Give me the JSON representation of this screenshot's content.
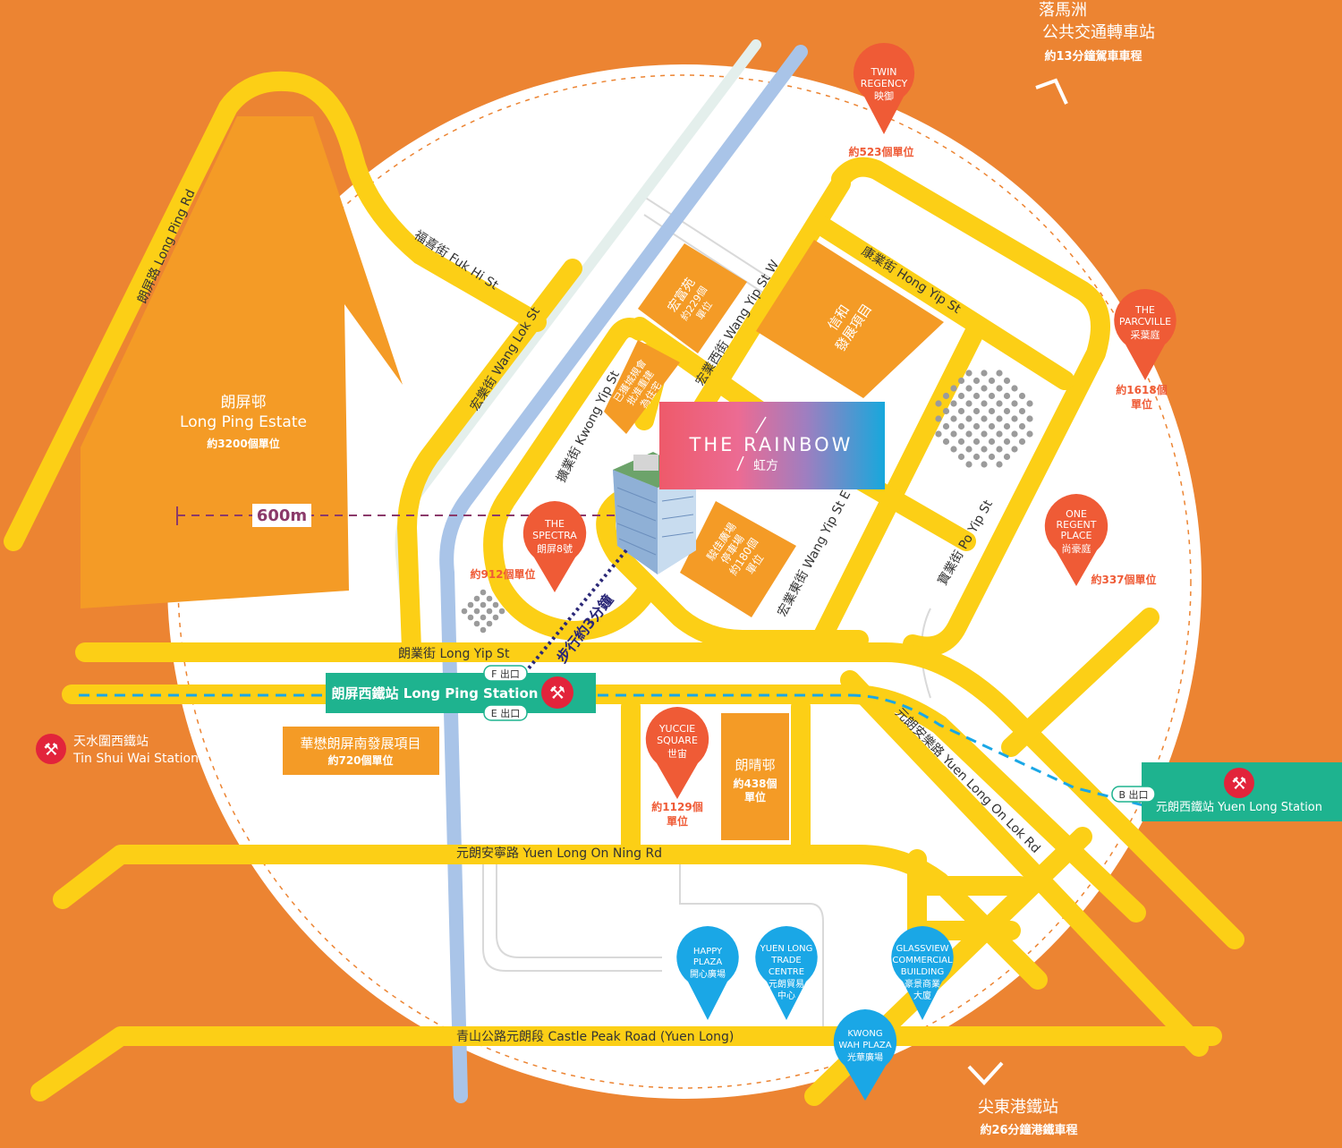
{
  "colors": {
    "background": "#ec8432",
    "road": "#fccf16",
    "rail": "#a9c4e8",
    "block": "#f49b26",
    "pin_red": "#ef5b36",
    "pin_blue": "#1aa7e6",
    "station_green": "#1eb38f",
    "mtr_red": "#e2243b",
    "walk_path": "#2a2777",
    "radius_line": "#8b3a6a"
  },
  "compass": {
    "north": {
      "name": "落馬洲",
      "line2": "公共交通轉車站",
      "note": "約13分鐘駕車車程"
    },
    "south": {
      "name": "尖東港鐵站",
      "note": "約26分鐘港鐵車程"
    }
  },
  "radius": {
    "label": "600m"
  },
  "walk": {
    "label": "步行約3分鐘"
  },
  "roads": {
    "long_ping_rd": "朗屏路 Long Ping Rd",
    "fuk_hi_st": "福喜街 Fuk Hi St",
    "wang_lok_st": "宏樂街 Wang Lok St",
    "kwong_yip_st": "擴業街 Kwong Yip St",
    "wang_yip_st_w": "宏業西街 Wang Yip St W",
    "hong_yip_st": "康業街 Hong Yip St",
    "wang_yip_st_e": "宏業東街 Wang Yip St E",
    "po_yip_st": "寶業街 Po Yip St",
    "long_yip_st": "朗業街 Long Yip St",
    "yuen_long_on_lok_rd": "元朗安樂路 Yuen Long On Lok Rd",
    "yuen_long_on_ning_rd": "元朗安寧路 Yuen Long On Ning Rd",
    "castle_peak_rd": "青山公路元朗段 Castle Peak Road (Yuen Long)"
  },
  "stations": {
    "long_ping": {
      "name": "朗屏西鐵站 Long Ping Station",
      "exit_f": "F 出口",
      "exit_e": "E 出口"
    },
    "tin_shui_wai": {
      "name_zh": "天水圍西鐵站",
      "name_en": "Tin Shui Wai Station"
    },
    "yuen_long": {
      "name": "元朗西鐵站 Yuen Long Station",
      "exit_b": "B 出口"
    }
  },
  "estates": {
    "long_ping_estate": {
      "zh": "朗屏邨",
      "en": "Long Ping Estate",
      "units": "約3200個單位"
    },
    "long_ching": {
      "zh": "朗晴邨",
      "units1": "約438個",
      "units2": "單位"
    },
    "wah_yin": {
      "zh": "華懋朗屏南發展項目",
      "units": "約720個單位"
    }
  },
  "blocks": {
    "wang_fu": [
      "宏富苑",
      "約229個",
      "單位"
    ],
    "shun_ho": [
      "信和",
      "發展項目"
    ],
    "rezoned": [
      "已獲城規會",
      "批准重建",
      "為住宅"
    ],
    "car_park": [
      "駿佳廣場",
      "停車場",
      "約180個",
      "單位"
    ]
  },
  "brand": {
    "name": "THE RAINBOW",
    "zh": "虹方"
  },
  "pins_red": {
    "twin_regency": {
      "lines": [
        "TWIN",
        "REGENCY",
        "映御"
      ],
      "units": "約523個單位"
    },
    "the_parcville": {
      "lines": [
        "THE",
        "PARCVILLE",
        "采葉庭"
      ],
      "units1": "約1618個",
      "units2": "單位"
    },
    "the_spectra": {
      "lines": [
        "THE",
        "SPECTRA",
        "朗屏8號"
      ],
      "units": "約912個單位"
    },
    "one_regent_place": {
      "lines": [
        "ONE",
        "REGENT",
        "PLACE",
        "尚豪庭"
      ],
      "units": "約337個單位"
    },
    "yuccie_square": {
      "lines": [
        "YUCCIE",
        "SQUARE",
        "世宙"
      ],
      "units1": "約1129個",
      "units2": "單位"
    }
  },
  "pins_blue": {
    "happy_plaza": [
      "HAPPY",
      "PLAZA",
      "開心廣場"
    ],
    "yl_trade_centre": [
      "YUEN LONG",
      "TRADE",
      "CENTRE",
      "元朗貿易",
      "中心"
    ],
    "glassview": [
      "GLASSVIEW",
      "COMMERCIAL",
      "BUILDING",
      "豪景商業",
      "大廈"
    ],
    "kwong_wah": [
      "KWONG",
      "WAH PLAZA",
      "光華廣場"
    ]
  }
}
